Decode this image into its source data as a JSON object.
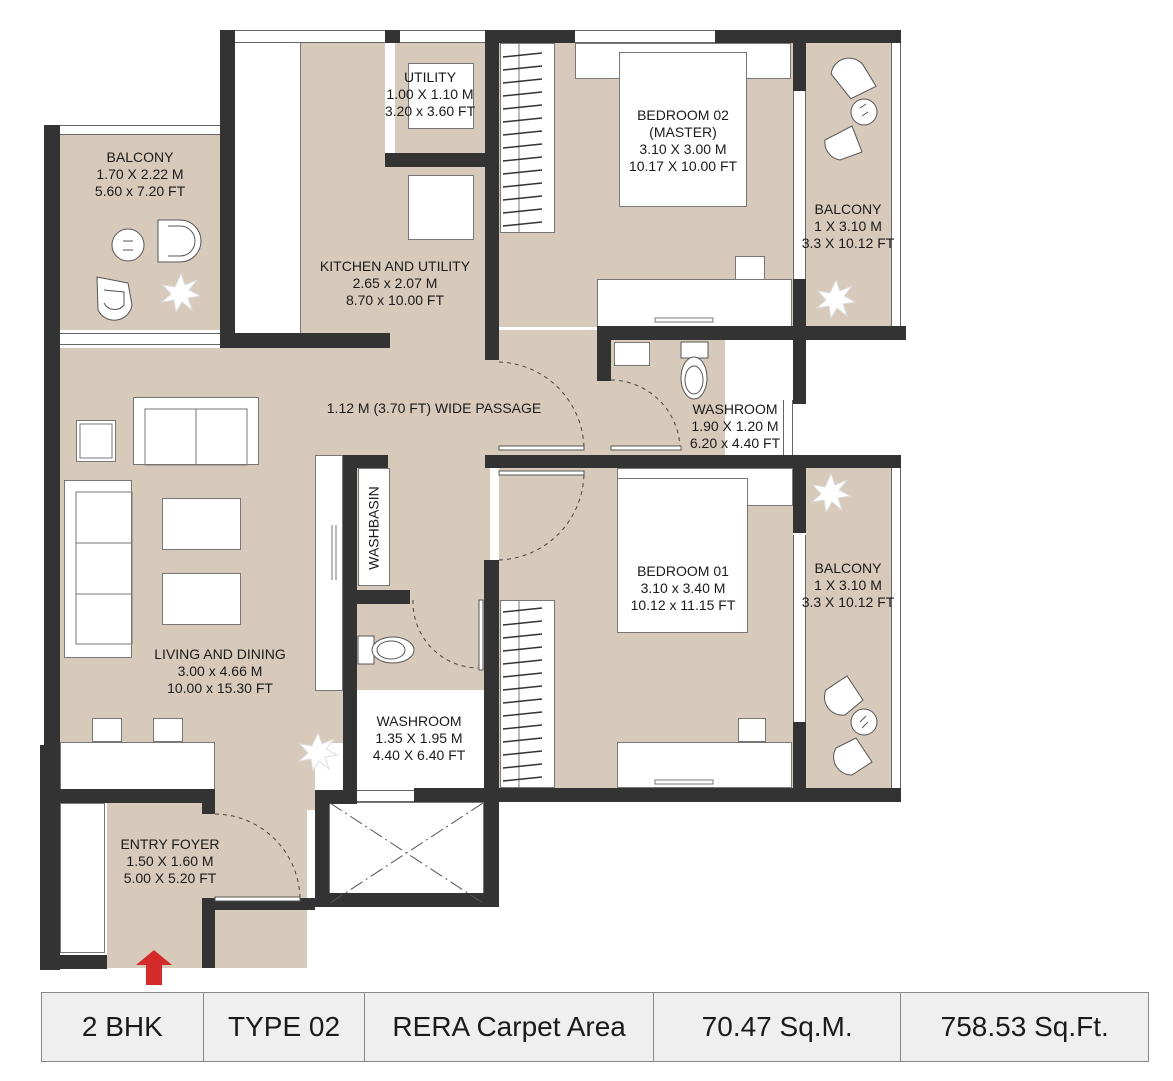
{
  "colors": {
    "floor": "#d8cabb",
    "wall": "#333333",
    "furniture": "#ffffff",
    "entry_arrow": "#d42a2a",
    "summary_bg": "#efefef"
  },
  "rooms": {
    "balcony_left": {
      "name": "BALCONY",
      "metric": "1.70 X 2.22 M",
      "imperial": "5.60 x 7.20 FT"
    },
    "utility": {
      "name": "UTILITY",
      "metric": "1.00 X 1.10 M",
      "imperial": "3.20 x 3.60 FT"
    },
    "kitchen": {
      "name": "KITCHEN AND UTILITY",
      "metric": "2.65 x 2.07 M",
      "imperial": "8.70 x 10.00 FT"
    },
    "bedroom_02": {
      "name": "BEDROOM 02",
      "subtitle": "(MASTER)",
      "metric": "3.10 X 3.00 M",
      "imperial": "10.17 X 10.00 FT"
    },
    "balcony_top_right": {
      "name": "BALCONY",
      "metric": "1 X 3.10 M",
      "imperial": "3.3 X 10.12 FT"
    },
    "washroom_master": {
      "name": "WASHROOM",
      "metric": "1.90 X 1.20 M",
      "imperial": "6.20 x 4.40 FT"
    },
    "passage": {
      "name": "1.12 M (3.70 FT) WIDE PASSAGE"
    },
    "washbasin": {
      "name": "WASHBASIN"
    },
    "bedroom_01": {
      "name": "BEDROOM 01",
      "metric": "3.10 x 3.40 M",
      "imperial": "10.12 x 11.15 FT"
    },
    "balcony_bottom_right": {
      "name": "BALCONY",
      "metric": "1 X 3.10 M",
      "imperial": "3.3 X 10.12 FT"
    },
    "living_dining": {
      "name": "LIVING AND DINING",
      "metric": "3.00 x 4.66 M",
      "imperial": "10.00 x 15.30 FT"
    },
    "washroom_common": {
      "name": "WASHROOM",
      "metric": "1.35 X 1.95 M",
      "imperial": "4.40 X 6.40 FT"
    },
    "entry_foyer": {
      "name": "ENTRY FOYER",
      "metric": "1.50 X 1.60 M",
      "imperial": "5.00 X 5.20 FT"
    }
  },
  "icons": {
    "entry": "entry-arrow-icon",
    "plant": "plant-icon",
    "chair": "lounge-chair-icon",
    "table": "round-table-icon",
    "toilet": "toilet-icon",
    "shaft": "duct-shaft-icon"
  },
  "summary": {
    "cells": [
      "2 BHK",
      "TYPE 02",
      "RERA Carpet Area",
      "70.47 Sq.M.",
      "758.53 Sq.Ft."
    ]
  }
}
